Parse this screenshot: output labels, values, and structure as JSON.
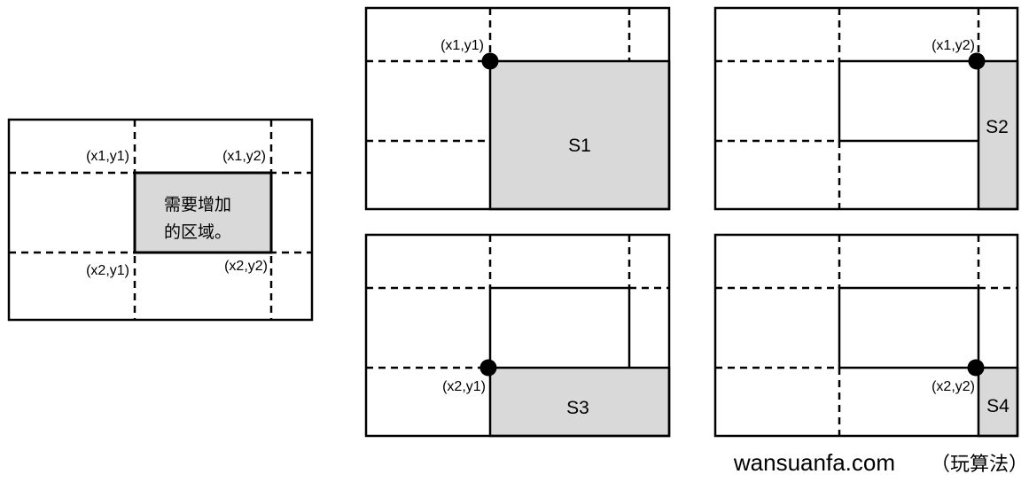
{
  "main_diagram": {
    "corner_labels": {
      "top_left": "(x1,y1)",
      "top_right": "(x1,y2)",
      "bottom_left": "(x2,y1)",
      "bottom_right": "(x2,y2)"
    },
    "region_caption_line1": "需要增加",
    "region_caption_line2": "的区域。"
  },
  "panels": [
    {
      "id": "s1",
      "region_label": "S1",
      "point_label": "(x1,y1)"
    },
    {
      "id": "s2",
      "region_label": "S2",
      "point_label": "(x1,y2)"
    },
    {
      "id": "s3",
      "region_label": "S3",
      "point_label": "(x2,y1)"
    },
    {
      "id": "s4",
      "region_label": "S4",
      "point_label": "(x2,y2)"
    }
  ],
  "watermark": {
    "site": "wansuanfa.com",
    "suffix": "（玩算法）"
  },
  "colors": {
    "region_fill": "#d9d9d9",
    "line": "#000000",
    "point": "#000000"
  }
}
